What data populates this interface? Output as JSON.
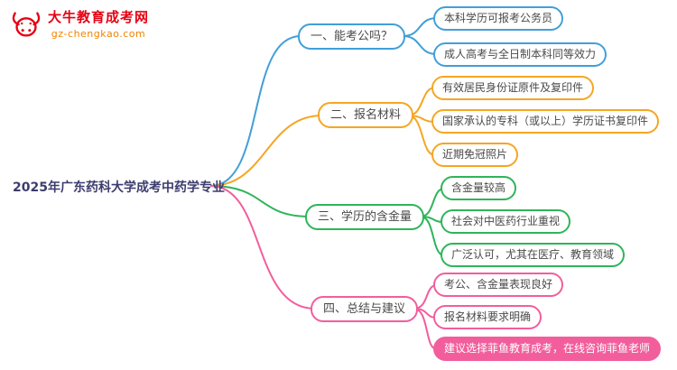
{
  "logo": {
    "title": "大牛教育成考网",
    "url": "gz-chengkao.com"
  },
  "root": {
    "label": "2025年广东药科大学成考中药学专业"
  },
  "colors": {
    "branch1": "#419FD9",
    "branch2": "#F5A623",
    "branch3": "#2FB45A",
    "branch4": "#F25E9C",
    "logo_red": "#E60012",
    "root_text": "#3C3C6E"
  },
  "branches": [
    {
      "label": "一、能考公吗？",
      "color": "#419FD9",
      "children": [
        {
          "label": "本科学历可报考公务员"
        },
        {
          "label": "成人高考与全日制本科同等效力"
        }
      ]
    },
    {
      "label": "二、报名材料",
      "color": "#F5A623",
      "children": [
        {
          "label": "有效居民身份证原件及复印件"
        },
        {
          "label": "国家承认的专科（或以上）学历证书复印件"
        },
        {
          "label": "近期免冠照片"
        }
      ]
    },
    {
      "label": "三、学历的含金量",
      "color": "#2FB45A",
      "children": [
        {
          "label": "含金量较高"
        },
        {
          "label": "社会对中医药行业重视"
        },
        {
          "label": "广泛认可，尤其在医疗、教育领域"
        }
      ]
    },
    {
      "label": "四、总结与建议",
      "color": "#F25E9C",
      "children": [
        {
          "label": "考公、含金量表现良好"
        },
        {
          "label": "报名材料要求明确"
        },
        {
          "label": "建议选择菲鱼教育成考，在线咨询菲鱼老师"
        }
      ]
    }
  ]
}
